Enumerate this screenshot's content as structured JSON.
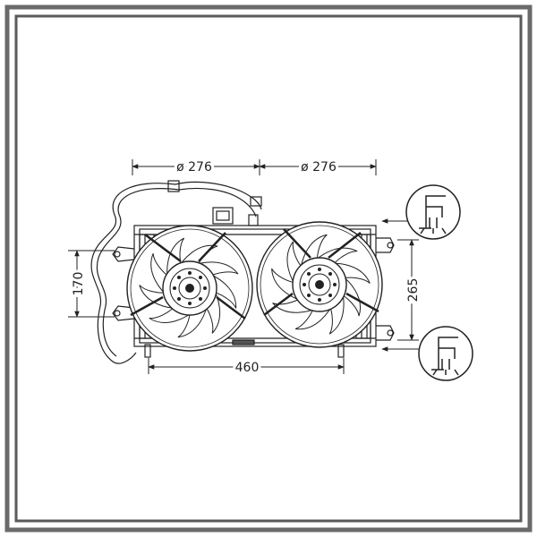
{
  "diagram": {
    "dimensions": {
      "fan_diameter_left": "ø 276",
      "fan_diameter_right": "ø 276",
      "overall_width": "460",
      "overall_height": "265",
      "mount_spacing": "170"
    },
    "icons": [
      "connector-plug-icon-top",
      "connector-plug-icon-bottom"
    ]
  }
}
